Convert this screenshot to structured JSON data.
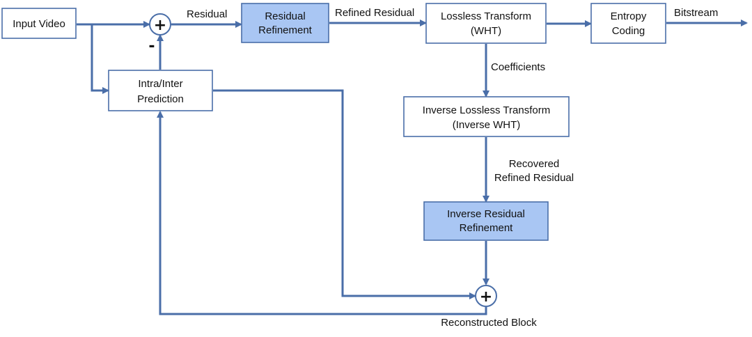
{
  "blocks": {
    "input_video": "Input Video",
    "residual_refinement": [
      "Residual",
      "Refinement"
    ],
    "lossless_transform": [
      "Lossless Transform",
      "(WHT)"
    ],
    "entropy_coding": [
      "Entropy",
      "Coding"
    ],
    "prediction": [
      "Intra/Inter",
      "Prediction"
    ],
    "inverse_lossless_transform": [
      "Inverse Lossless Transform",
      "(Inverse WHT)"
    ],
    "inverse_residual_refinement": [
      "Inverse Residual",
      "Refinement"
    ]
  },
  "labels": {
    "residual": "Residual",
    "refined_residual": "Refined Residual",
    "bitstream": "Bitstream",
    "coefficients": "Coefficients",
    "recovered_refined_residual": [
      "Recovered",
      "Refined Residual"
    ],
    "reconstructed_block": "Reconstructed Block"
  },
  "signs": {
    "plus": "+",
    "minus": "-"
  },
  "colors": {
    "line": "#4a6ea8",
    "highlight_fill": "#a9c6f3",
    "box_fill": "#ffffff"
  }
}
